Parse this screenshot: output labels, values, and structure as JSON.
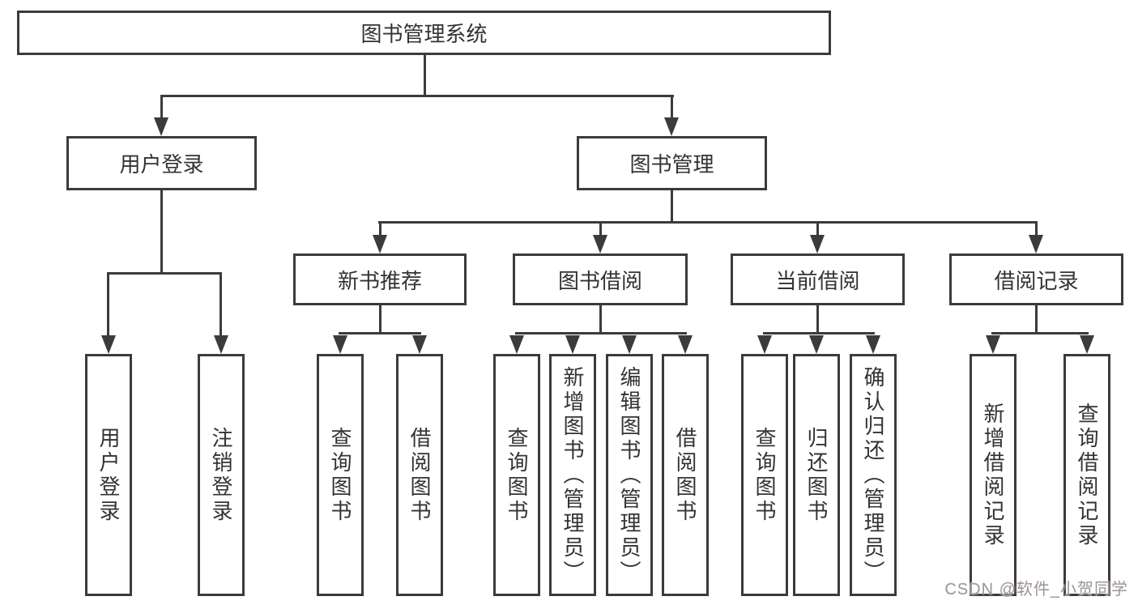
{
  "colors": {
    "background": "#ffffff",
    "line": "#3b3b3b",
    "box_border": "#3b3b3b",
    "box_background": "#ffffff",
    "text": "#333333",
    "watermark": "#999999"
  },
  "watermark": "CSDN @软件_小贺同学",
  "tree": {
    "root": {
      "label": "图书管理系统",
      "children": [
        {
          "label": "用户登录",
          "children": [
            {
              "label": "用户登录"
            },
            {
              "label": "注销登录"
            }
          ]
        },
        {
          "label": "图书管理",
          "children": [
            {
              "label": "新书推荐",
              "children": [
                {
                  "label": "查询图书"
                },
                {
                  "label": "借阅图书"
                }
              ]
            },
            {
              "label": "图书借阅",
              "children": [
                {
                  "label": "查询图书"
                },
                {
                  "label": "新增图书（管理员）"
                },
                {
                  "label": "编辑图书（管理员）"
                },
                {
                  "label": "借阅图书"
                }
              ]
            },
            {
              "label": "当前借阅",
              "children": [
                {
                  "label": "查询图书"
                },
                {
                  "label": "归还图书"
                },
                {
                  "label": "确认归还（管理员）"
                }
              ]
            },
            {
              "label": "借阅记录",
              "children": [
                {
                  "label": "新增借阅记录"
                },
                {
                  "label": "查询借阅记录"
                }
              ]
            }
          ]
        }
      ]
    }
  }
}
